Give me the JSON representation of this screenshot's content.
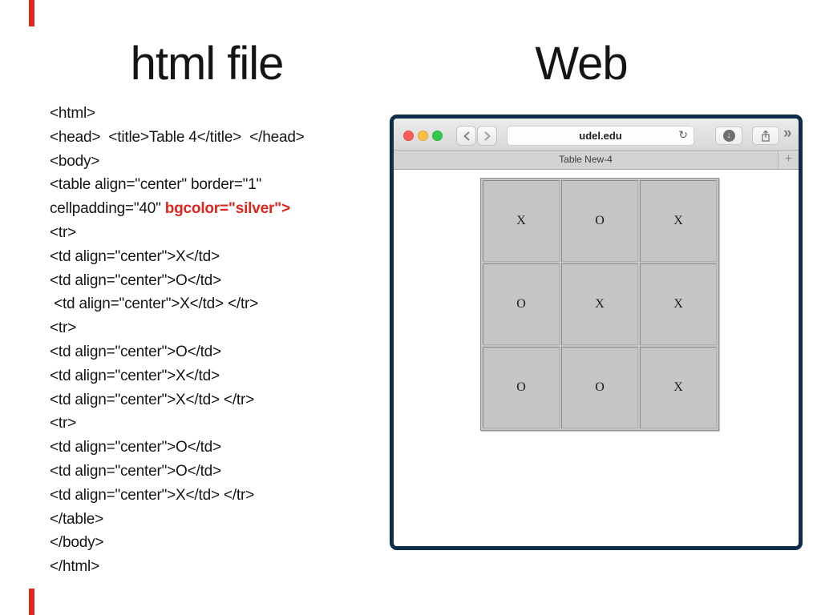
{
  "slide": {
    "left_title": "html file",
    "right_title": "Web",
    "accent_color": "#e0261c"
  },
  "code": {
    "lines": [
      [
        {
          "t": "<html>"
        }
      ],
      [
        {
          "t": "<head>  <title>Table 4</title>  </head>"
        }
      ],
      [
        {
          "t": "<body>"
        }
      ],
      [
        {
          "t": "<table align=\"center\" border=\"1\""
        }
      ],
      [
        {
          "t": "cellpadding=\"40\" "
        },
        {
          "t": "bgcolor=\"silver\">",
          "red": true
        }
      ],
      [
        {
          "t": "<tr>"
        }
      ],
      [
        {
          "t": "<td align=\"center\">X</td>"
        }
      ],
      [
        {
          "t": "<td align=\"center\">O</td>"
        }
      ],
      [
        {
          "t": " <td align=\"center\">X</td> </tr>"
        }
      ],
      [
        {
          "t": "<tr>"
        }
      ],
      [
        {
          "t": "<td align=\"center\">O</td>"
        }
      ],
      [
        {
          "t": "<td align=\"center\">X</td>"
        }
      ],
      [
        {
          "t": "<td align=\"center\">X</td> </tr>"
        }
      ],
      [
        {
          "t": "<tr>"
        }
      ],
      [
        {
          "t": "<td align=\"center\">O</td>"
        }
      ],
      [
        {
          "t": "<td align=\"center\">O</td>"
        }
      ],
      [
        {
          "t": "<td align=\"center\">X</td> </tr>"
        }
      ],
      [
        {
          "t": "</table>"
        }
      ],
      [
        {
          "t": "</body>"
        }
      ],
      [
        {
          "t": "</html>"
        }
      ]
    ]
  },
  "browser": {
    "border_color": "#0e2d4d",
    "traffic_light_colors": [
      "#fc5b57",
      "#fdbe41",
      "#34c84a"
    ],
    "address": "udel.edu",
    "reload_icon": "↻",
    "download_arrow": "↓",
    "more_label": "»",
    "tab_title": "Table New-4",
    "plus_label": "+"
  },
  "webpage_table": {
    "cell_bgcolor": "#c5c5c5",
    "rows": [
      [
        "X",
        "O",
        "X"
      ],
      [
        "O",
        "X",
        "X"
      ],
      [
        "O",
        "O",
        "X"
      ]
    ]
  }
}
